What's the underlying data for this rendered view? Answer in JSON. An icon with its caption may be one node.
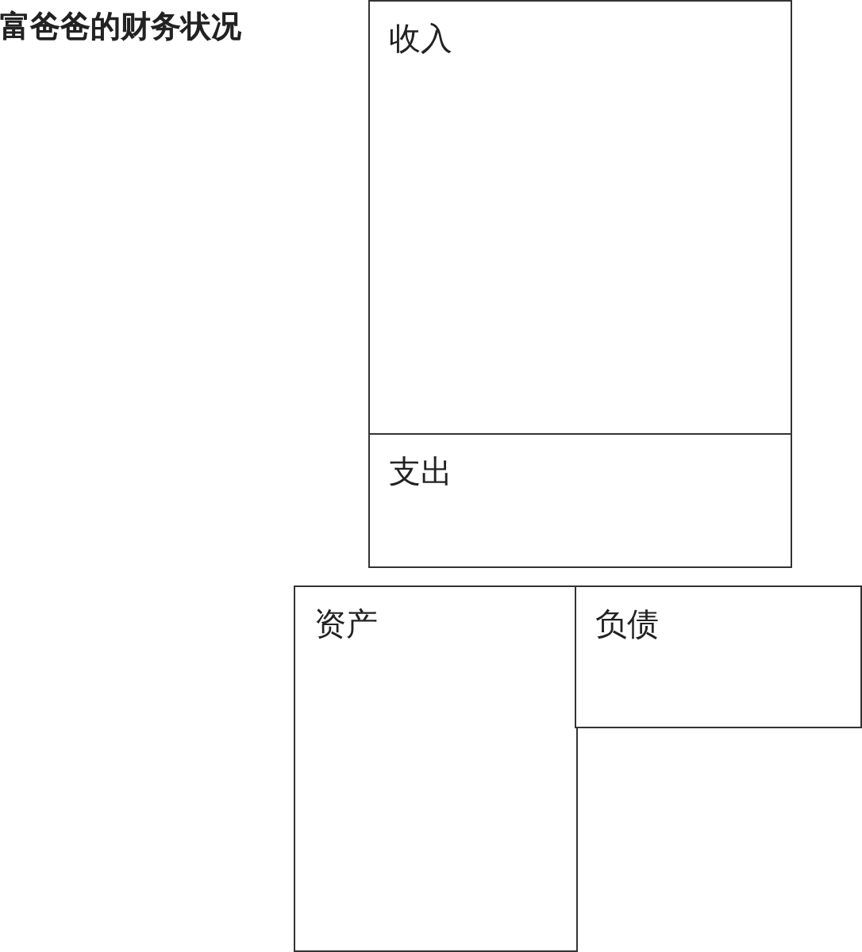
{
  "diagram": {
    "title": "富爸爸的财务状况",
    "nodes": [
      {
        "text": [
          "收入"
        ]
      },
      {
        "text": [
          "支出"
        ]
      },
      {
        "text": [
          "资产"
        ]
      },
      {
        "text": [
          "负债"
        ]
      }
    ]
  }
}
